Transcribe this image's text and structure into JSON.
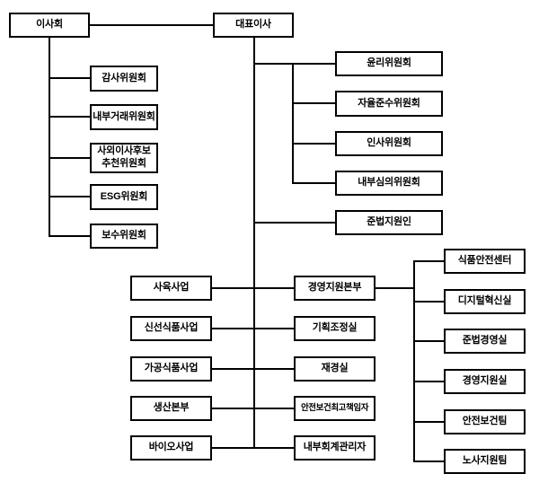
{
  "colors": {
    "background": "#ffffff",
    "box_fill": "#ffffff",
    "box_border": "#000000",
    "connector_line": "#000000",
    "text": "#000000"
  },
  "nodes": {
    "board": "이사회",
    "ceo": "대표이사",
    "audit": "감사위원회",
    "internal_trade": "내부거래위원회",
    "outside_director_nomination": "사외이사후보\n추천위원회",
    "esg": "ESG위원회",
    "compensation": "보수위원회",
    "ethics": "윤리위원회",
    "voluntary_compliance": "자율준수위원회",
    "personnel": "인사위원회",
    "internal_review": "내부심의위원회",
    "compliance_officer": "준법지원인",
    "breeding": "사육사업",
    "fresh_food": "신선식품사업",
    "processed_food": "가공식품사업",
    "production_hq": "생산본부",
    "bio": "바이오사업",
    "mgmt_support_hq": "경영지원본부",
    "planning_coordination": "기획조정실",
    "finance": "재경실",
    "chief_safety_officer": "안전보건최고책임자",
    "internal_accounting_mgr": "내부회계관리자",
    "food_safety_center": "식품안전센터",
    "digital_innovation": "디지털혁신실",
    "compliance_mgmt": "준법경영실",
    "mgmt_support_office": "경영지원실",
    "safety_health_team": "안전보건팀",
    "labor_support_team": "노사지원팀"
  }
}
